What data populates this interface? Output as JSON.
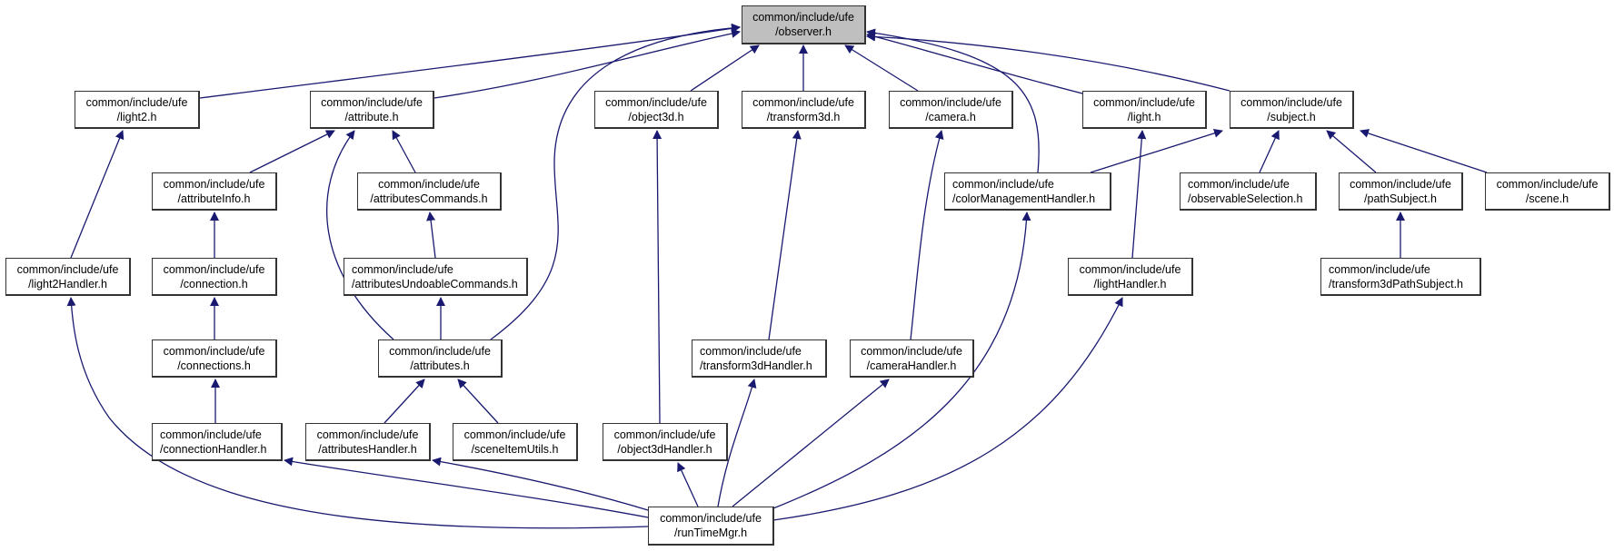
{
  "graph": {
    "type": "include-dependency-graph",
    "root": "observer",
    "edge_color": "#191970",
    "root_fill": "#bfbfbf",
    "nodes": [
      {
        "id": "observer",
        "line1": "common/include/ufe",
        "line2": "/observer.h"
      },
      {
        "id": "light2",
        "line1": "common/include/ufe",
        "line2": "/light2.h"
      },
      {
        "id": "attribute",
        "line1": "common/include/ufe",
        "line2": "/attribute.h"
      },
      {
        "id": "object3d",
        "line1": "common/include/ufe",
        "line2": "/object3d.h"
      },
      {
        "id": "transform3d",
        "line1": "common/include/ufe",
        "line2": "/transform3d.h"
      },
      {
        "id": "camera",
        "line1": "common/include/ufe",
        "line2": "/camera.h"
      },
      {
        "id": "light",
        "line1": "common/include/ufe",
        "line2": "/light.h"
      },
      {
        "id": "subject",
        "line1": "common/include/ufe",
        "line2": "/subject.h"
      },
      {
        "id": "attributeInfo",
        "line1": "common/include/ufe",
        "line2": "/attributeInfo.h"
      },
      {
        "id": "attributesCommands",
        "line1": "common/include/ufe",
        "line2": "/attributesCommands.h"
      },
      {
        "id": "colorManagementHandler",
        "line1": "common/include/ufe",
        "line2": "/colorManagementHandler.h"
      },
      {
        "id": "observableSelection",
        "line1": "common/include/ufe",
        "line2": "/observableSelection.h"
      },
      {
        "id": "pathSubject",
        "line1": "common/include/ufe",
        "line2": "/pathSubject.h"
      },
      {
        "id": "scene",
        "line1": "common/include/ufe",
        "line2": "/scene.h"
      },
      {
        "id": "light2Handler",
        "line1": "common/include/ufe",
        "line2": "/light2Handler.h"
      },
      {
        "id": "connection",
        "line1": "common/include/ufe",
        "line2": "/connection.h"
      },
      {
        "id": "attributesUndoableCommands",
        "line1": "common/include/ufe",
        "line2": "/attributesUndoableCommands.h"
      },
      {
        "id": "lightHandler",
        "line1": "common/include/ufe",
        "line2": "/lightHandler.h"
      },
      {
        "id": "transform3dPathSubject",
        "line1": "common/include/ufe",
        "line2": "/transform3dPathSubject.h"
      },
      {
        "id": "connections",
        "line1": "common/include/ufe",
        "line2": "/connections.h"
      },
      {
        "id": "attributes",
        "line1": "common/include/ufe",
        "line2": "/attributes.h"
      },
      {
        "id": "transform3dHandler",
        "line1": "common/include/ufe",
        "line2": "/transform3dHandler.h"
      },
      {
        "id": "cameraHandler",
        "line1": "common/include/ufe",
        "line2": "/cameraHandler.h"
      },
      {
        "id": "connectionHandler",
        "line1": "common/include/ufe",
        "line2": "/connectionHandler.h"
      },
      {
        "id": "attributesHandler",
        "line1": "common/include/ufe",
        "line2": "/attributesHandler.h"
      },
      {
        "id": "sceneItemUtils",
        "line1": "common/include/ufe",
        "line2": "/sceneItemUtils.h"
      },
      {
        "id": "object3dHandler",
        "line1": "common/include/ufe",
        "line2": "/object3dHandler.h"
      },
      {
        "id": "runTimeMgr",
        "line1": "common/include/ufe",
        "line2": "/runTimeMgr.h"
      }
    ],
    "edges": [
      {
        "from": "light2",
        "to": "observer"
      },
      {
        "from": "attribute",
        "to": "observer"
      },
      {
        "from": "attributes",
        "to": "observer"
      },
      {
        "from": "object3d",
        "to": "observer"
      },
      {
        "from": "transform3d",
        "to": "observer"
      },
      {
        "from": "camera",
        "to": "observer"
      },
      {
        "from": "colorManagementHandler",
        "to": "observer"
      },
      {
        "from": "light",
        "to": "observer"
      },
      {
        "from": "subject",
        "to": "observer"
      },
      {
        "from": "light2Handler",
        "to": "light2"
      },
      {
        "from": "attributeInfo",
        "to": "attribute"
      },
      {
        "from": "attributes",
        "to": "attribute"
      },
      {
        "from": "attributesCommands",
        "to": "attribute"
      },
      {
        "from": "connection",
        "to": "attributeInfo"
      },
      {
        "from": "attributesUndoableCommands",
        "to": "attributesCommands"
      },
      {
        "from": "connections",
        "to": "connection"
      },
      {
        "from": "attributes",
        "to": "attributesUndoableCommands"
      },
      {
        "from": "connectionHandler",
        "to": "connections"
      },
      {
        "from": "attributesHandler",
        "to": "attributes"
      },
      {
        "from": "sceneItemUtils",
        "to": "attributes"
      },
      {
        "from": "object3dHandler",
        "to": "object3d"
      },
      {
        "from": "transform3dHandler",
        "to": "transform3d"
      },
      {
        "from": "cameraHandler",
        "to": "camera"
      },
      {
        "from": "lightHandler",
        "to": "light"
      },
      {
        "from": "colorManagementHandler",
        "to": "subject"
      },
      {
        "from": "observableSelection",
        "to": "subject"
      },
      {
        "from": "pathSubject",
        "to": "subject"
      },
      {
        "from": "scene",
        "to": "subject"
      },
      {
        "from": "transform3dPathSubject",
        "to": "pathSubject"
      },
      {
        "from": "runTimeMgr",
        "to": "light2Handler"
      },
      {
        "from": "runTimeMgr",
        "to": "connectionHandler"
      },
      {
        "from": "runTimeMgr",
        "to": "attributesHandler"
      },
      {
        "from": "runTimeMgr",
        "to": "object3dHandler"
      },
      {
        "from": "runTimeMgr",
        "to": "transform3dHandler"
      },
      {
        "from": "runTimeMgr",
        "to": "cameraHandler"
      },
      {
        "from": "runTimeMgr",
        "to": "colorManagementHandler"
      },
      {
        "from": "runTimeMgr",
        "to": "lightHandler"
      }
    ]
  }
}
